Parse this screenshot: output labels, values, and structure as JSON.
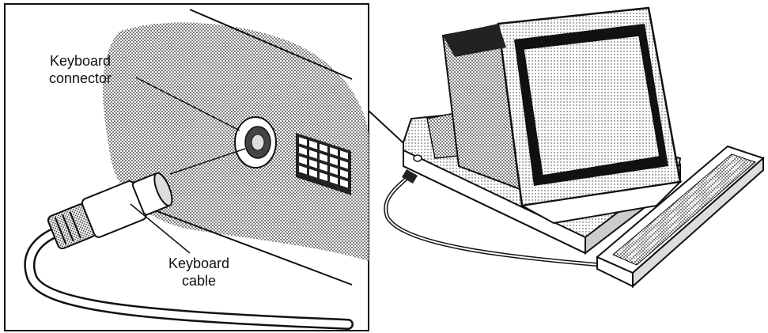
{
  "callouts": {
    "keyboard_connector": {
      "line1": "Keyboard",
      "line2": "connector"
    },
    "keyboard_cable": {
      "line1": "Keyboard",
      "line2": "cable"
    }
  },
  "colors": {
    "ink": "#111111",
    "stipple": "#b8b8b8",
    "paper": "#ffffff"
  },
  "icons": [
    "keyboard-connector-icon",
    "keyboard-plug-icon",
    "computer-monitor-icon",
    "keyboard-icon"
  ]
}
